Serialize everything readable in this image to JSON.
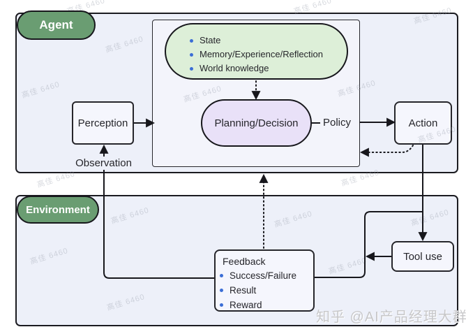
{
  "diagram": {
    "agent": {
      "label": "Agent",
      "perception_label": "Perception",
      "observation_label": "Observation",
      "knowledge_items": [
        "State",
        "Memory/Experience/Reflection",
        "World knowledge"
      ],
      "planning_label": "Planning/Decision",
      "policy_label": "Policy",
      "action_label": "Action"
    },
    "environment": {
      "label": "Environment",
      "feedback_title": "Feedback",
      "feedback_items": [
        "Success/Failure",
        "Result",
        "Reward"
      ],
      "tool_use_label": "Tool use"
    },
    "colors": {
      "pill_green": "#6a9d72",
      "knowledge_green": "#ddefd8",
      "planning_purple": "#e9e1f8",
      "bullet_blue": "#3b6ed6",
      "panel_lavender": "#edf0f9",
      "line_dark": "#17171c"
    },
    "watermarks": {
      "repeat_text": "高佳 6460",
      "brand_text": "知乎 @AI产品经理大群"
    }
  }
}
